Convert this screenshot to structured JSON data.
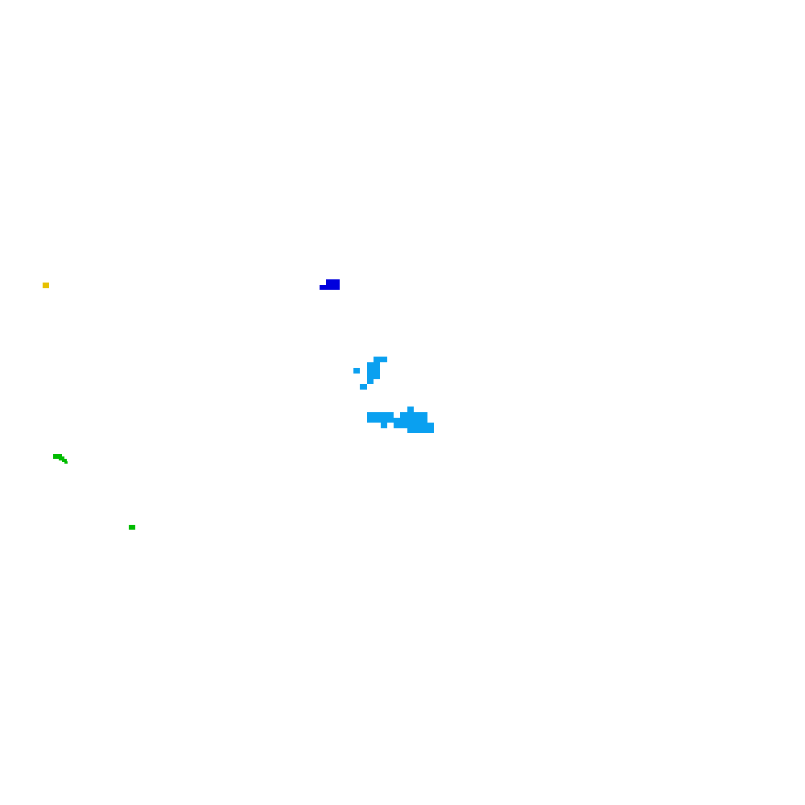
{
  "map": {
    "background": "#ffffff",
    "regions": [
      {
        "name": "yellow-patch",
        "color": "#e6c000"
      },
      {
        "name": "dark-blue-patch",
        "color": "#0000dd"
      },
      {
        "name": "light-blue-cluster-upper",
        "color": "#0aa0f0"
      },
      {
        "name": "light-blue-cluster-lower",
        "color": "#0aa0f0"
      },
      {
        "name": "green-hook",
        "color": "#00bb00"
      },
      {
        "name": "green-dot",
        "color": "#00bb00"
      }
    ]
  }
}
